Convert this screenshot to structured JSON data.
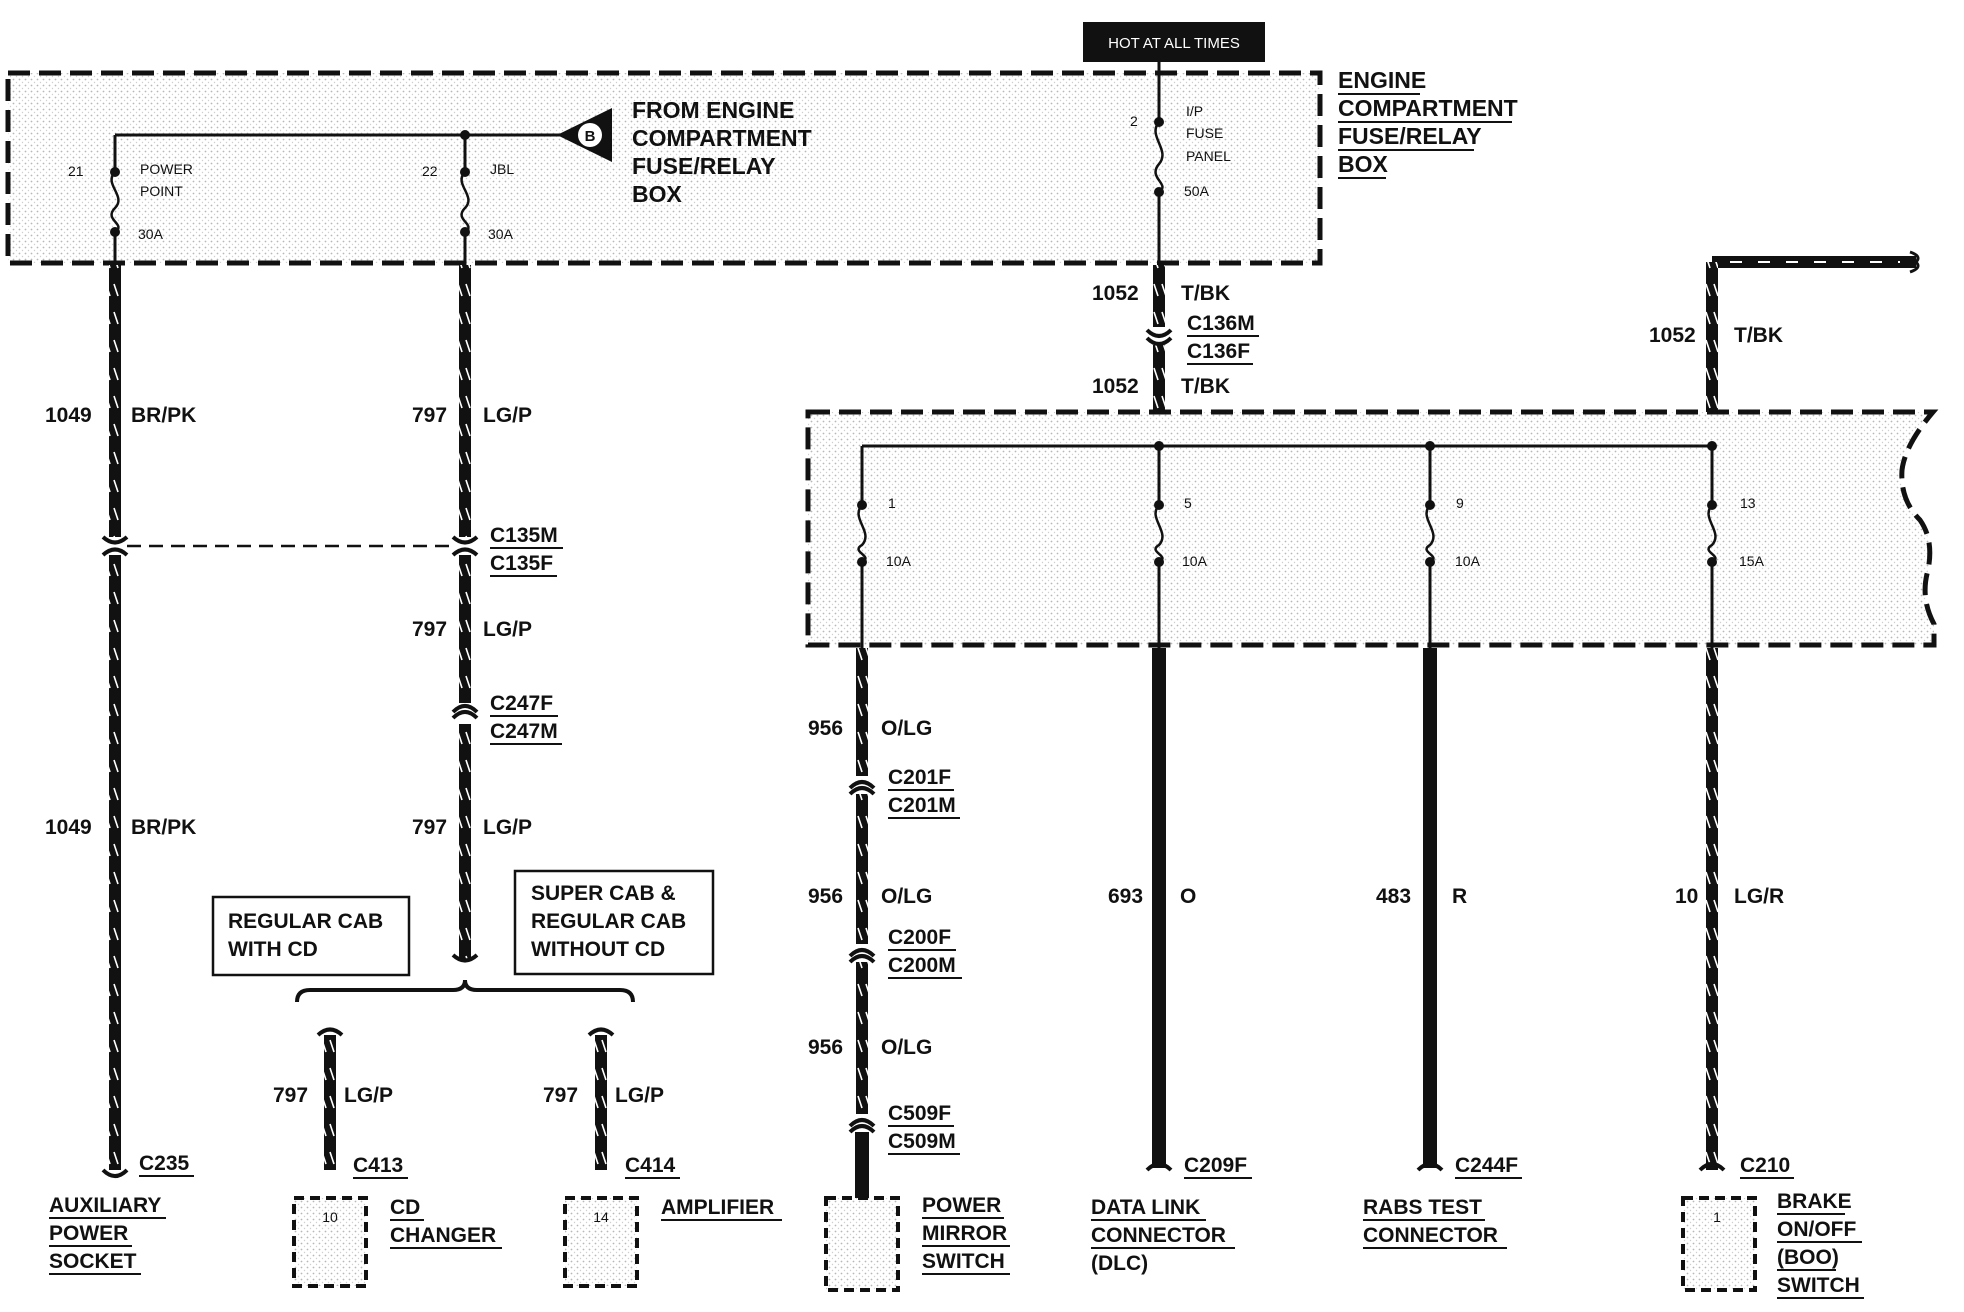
{
  "hot_label": "HOT AT ALL TIMES",
  "engine_box": {
    "label": [
      "ENGINE",
      "COMPARTMENT",
      "FUSE/RELAY",
      "BOX"
    ],
    "from_label": [
      "FROM ENGINE",
      "COMPARTMENT",
      "FUSE/RELAY",
      "BOX"
    ],
    "from_marker": "B",
    "fuses": [
      {
        "num": "21",
        "name": [
          "POWER",
          "POINT"
        ],
        "amps": "30A"
      },
      {
        "num": "22",
        "name": [
          "JBL"
        ],
        "amps": "30A"
      },
      {
        "num": "2",
        "name": [
          "I/P",
          "FUSE",
          "PANEL"
        ],
        "amps": "50A"
      }
    ]
  },
  "ip_fuses": [
    {
      "num": "1",
      "amps": "10A"
    },
    {
      "num": "5",
      "amps": "10A"
    },
    {
      "num": "9",
      "amps": "10A"
    },
    {
      "num": "13",
      "amps": "15A"
    }
  ],
  "wires": [
    {
      "circuit": "1049",
      "color": "BR/PK"
    },
    {
      "circuit": "1049",
      "color": "BR/PK"
    },
    {
      "circuit": "797",
      "color": "LG/P"
    },
    {
      "circuit": "797",
      "color": "LG/P"
    },
    {
      "circuit": "797",
      "color": "LG/P"
    },
    {
      "circuit": "797",
      "color": "LG/P"
    },
    {
      "circuit": "797",
      "color": "LG/P"
    },
    {
      "circuit": "1052",
      "color": "T/BK"
    },
    {
      "circuit": "1052",
      "color": "T/BK"
    },
    {
      "circuit": "1052",
      "color": "T/BK"
    },
    {
      "circuit": "956",
      "color": "O/LG"
    },
    {
      "circuit": "956",
      "color": "O/LG"
    },
    {
      "circuit": "956",
      "color": "O/LG"
    },
    {
      "circuit": "693",
      "color": "O"
    },
    {
      "circuit": "483",
      "color": "R"
    },
    {
      "circuit": "10",
      "color": "LG/R"
    }
  ],
  "connectors": [
    [
      "C135M",
      "C135F"
    ],
    [
      "C247F",
      "C247M"
    ],
    [
      "C136M",
      "C136F"
    ],
    [
      "C201F",
      "C201M"
    ],
    [
      "C200F",
      "C200M"
    ],
    [
      "C509F",
      "C509M"
    ]
  ],
  "options": [
    [
      "REGULAR CAB",
      "WITH CD"
    ],
    [
      "SUPER CAB &",
      "REGULAR CAB",
      "WITHOUT CD"
    ]
  ],
  "components": [
    {
      "connector": "C235",
      "name": [
        "AUXILIARY",
        "POWER",
        "SOCKET"
      ],
      "pin": ""
    },
    {
      "connector": "C413",
      "name": [
        "CD",
        "CHANGER"
      ],
      "pin": "10"
    },
    {
      "connector": "C414",
      "name": [
        "AMPLIFIER"
      ],
      "pin": "14"
    },
    {
      "connector": "",
      "name": [
        "POWER",
        "MIRROR",
        "SWITCH"
      ],
      "pin": ""
    },
    {
      "connector": "C209F",
      "name": [
        "DATA LINK",
        "CONNECTOR",
        "(DLC)"
      ],
      "pin": ""
    },
    {
      "connector": "C244F",
      "name": [
        "RABS TEST",
        "CONNECTOR"
      ],
      "pin": ""
    },
    {
      "connector": "C210",
      "name": [
        "BRAKE",
        "ON/OFF",
        "(BOO)",
        "SWITCH"
      ],
      "pin": "1"
    }
  ]
}
